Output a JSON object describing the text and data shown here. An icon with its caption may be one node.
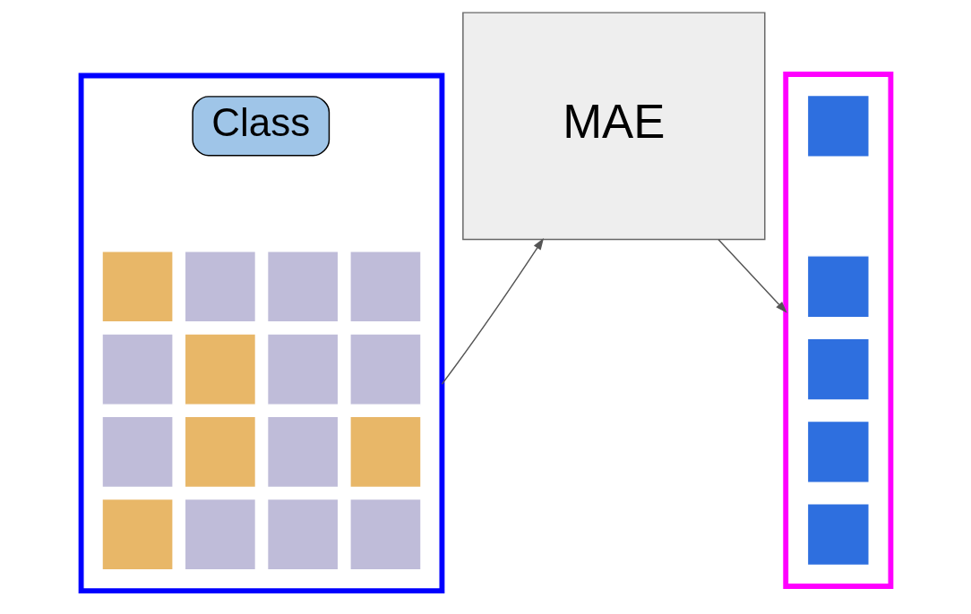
{
  "diagram": {
    "nodes": [
      {
        "text": [],
        "shape": "box"
      },
      {
        "text": [
          "Class"
        ],
        "in": 0
      },
      {
        "text": [],
        "shape": "box",
        "in": 0
      },
      {
        "text": [],
        "shape": "box",
        "in": 0
      },
      {
        "text": [],
        "shape": "box",
        "in": 0
      },
      {
        "text": [],
        "shape": "box",
        "in": 0
      },
      {
        "text": [],
        "shape": "box",
        "in": 0
      },
      {
        "text": [],
        "shape": "box",
        "in": 0
      },
      {
        "text": [],
        "shape": "box",
        "in": 0
      },
      {
        "text": [],
        "shape": "box",
        "in": 0
      },
      {
        "text": [],
        "shape": "box",
        "in": 0
      },
      {
        "text": [],
        "shape": "box",
        "in": 0
      },
      {
        "text": [],
        "shape": "box",
        "in": 0
      },
      {
        "text": [],
        "shape": "box",
        "in": 0
      },
      {
        "text": [],
        "shape": "box",
        "in": 0
      },
      {
        "text": [],
        "shape": "box",
        "in": 0
      },
      {
        "text": [],
        "shape": "box",
        "in": 0
      },
      {
        "text": [],
        "shape": "box",
        "in": 0
      },
      {
        "text": [
          "MAE"
        ]
      },
      {
        "text": [],
        "shape": "box"
      },
      {
        "text": [],
        "shape": "box",
        "in": 19
      },
      {
        "text": [],
        "shape": "box",
        "in": 19
      },
      {
        "text": [],
        "shape": "box",
        "in": 19
      },
      {
        "text": [],
        "shape": "box",
        "in": 19
      },
      {
        "text": [],
        "shape": "box",
        "in": 19
      }
    ],
    "edges": [
      {
        "from": 0,
        "to": 18,
        "arrow": "to"
      },
      {
        "from": 18,
        "to": 19,
        "arrow": "to"
      }
    ]
  }
}
